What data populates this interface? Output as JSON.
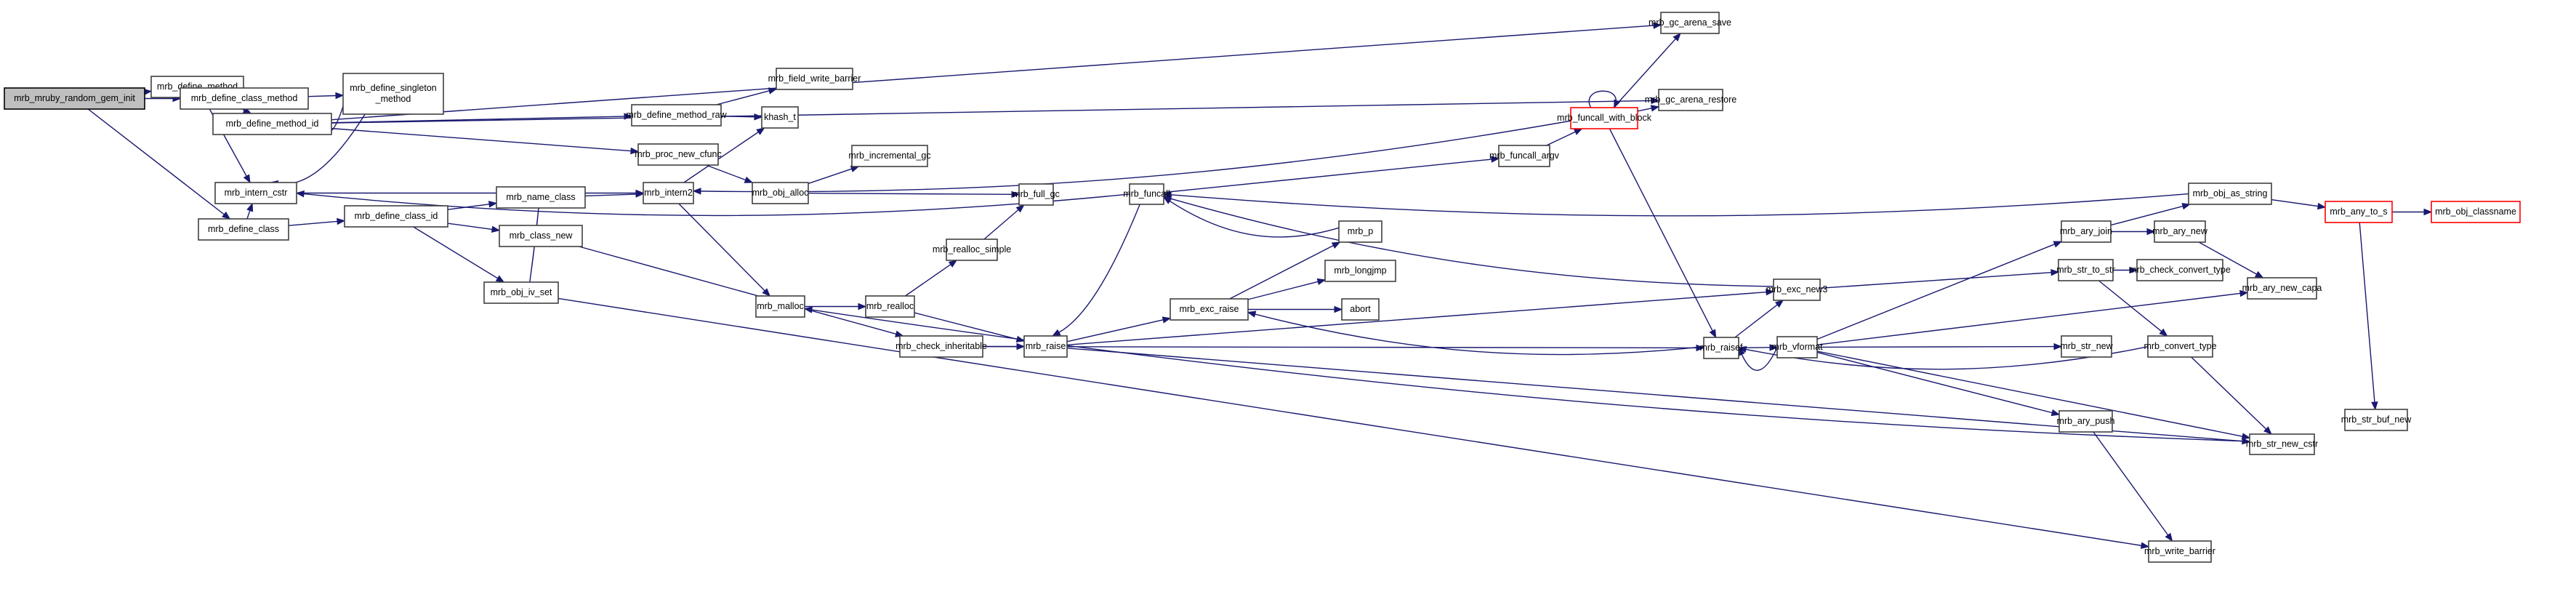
{
  "graph": {
    "type": "call-graph",
    "root": "mrb_mruby_random_gem_init",
    "edge_color": "#191970",
    "root_fill": "#bfbfbf",
    "truncated_border_color": "#ff0000",
    "nodes": [
      {
        "id": "gem_init",
        "label": "mrb_mruby_random_gem_init",
        "kind": "root"
      },
      {
        "id": "define_method",
        "label": "mrb_define_method"
      },
      {
        "id": "define_class_method",
        "label": "mrb_define_class_method"
      },
      {
        "id": "define_class",
        "label": "mrb_define_class"
      },
      {
        "id": "define_singleton_method",
        "label": "mrb_define_singleton\n_method"
      },
      {
        "id": "define_method_id",
        "label": "mrb_define_method_id"
      },
      {
        "id": "intern_cstr",
        "label": "mrb_intern_cstr"
      },
      {
        "id": "define_class_id",
        "label": "mrb_define_class_id"
      },
      {
        "id": "name_class",
        "label": "mrb_name_class"
      },
      {
        "id": "class_new",
        "label": "mrb_class_new"
      },
      {
        "id": "obj_iv_set",
        "label": "mrb_obj_iv_set"
      },
      {
        "id": "define_method_raw",
        "label": "mrb_define_method_raw"
      },
      {
        "id": "proc_new_cfunc",
        "label": "mrb_proc_new_cfunc"
      },
      {
        "id": "intern2",
        "label": "mrb_intern2"
      },
      {
        "id": "field_write_barrier",
        "label": "mrb_field_write_barrier"
      },
      {
        "id": "khash_t",
        "label": "khash_t"
      },
      {
        "id": "obj_alloc",
        "label": "mrb_obj_alloc"
      },
      {
        "id": "incremental_gc",
        "label": "mrb_incremental_gc"
      },
      {
        "id": "malloc",
        "label": "mrb_malloc"
      },
      {
        "id": "realloc",
        "label": "mrb_realloc"
      },
      {
        "id": "realloc_simple",
        "label": "mrb_realloc_simple"
      },
      {
        "id": "full_gc",
        "label": "mrb_full_gc"
      },
      {
        "id": "check_inheritable",
        "label": "mrb_check_inheritable"
      },
      {
        "id": "raise",
        "label": "mrb_raise"
      },
      {
        "id": "exc_raise",
        "label": "mrb_exc_raise"
      },
      {
        "id": "mrb_p",
        "label": "mrb_p"
      },
      {
        "id": "longjmp",
        "label": "mrb_longjmp"
      },
      {
        "id": "abort",
        "label": "abort"
      },
      {
        "id": "funcall",
        "label": "mrb_funcall"
      },
      {
        "id": "funcall_argv",
        "label": "mrb_funcall_argv"
      },
      {
        "id": "funcall_with_block",
        "label": "mrb_funcall_with_block",
        "kind": "truncated"
      },
      {
        "id": "gc_arena_save",
        "label": "mrb_gc_arena_save"
      },
      {
        "id": "gc_arena_restore",
        "label": "mrb_gc_arena_restore"
      },
      {
        "id": "raisef",
        "label": "mrb_raisef"
      },
      {
        "id": "exc_new3",
        "label": "mrb_exc_new3"
      },
      {
        "id": "vformat",
        "label": "mrb_vformat"
      },
      {
        "id": "ary_join",
        "label": "mrb_ary_join"
      },
      {
        "id": "str_to_str",
        "label": "mrb_str_to_str"
      },
      {
        "id": "str_new",
        "label": "mrb_str_new"
      },
      {
        "id": "ary_push",
        "label": "mrb_ary_push"
      },
      {
        "id": "obj_as_string",
        "label": "mrb_obj_as_string"
      },
      {
        "id": "ary_new",
        "label": "mrb_ary_new"
      },
      {
        "id": "check_convert_type",
        "label": "mrb_check_convert_type"
      },
      {
        "id": "ary_new_capa",
        "label": "mrb_ary_new_capa"
      },
      {
        "id": "convert_type",
        "label": "mrb_convert_type"
      },
      {
        "id": "str_new_cstr",
        "label": "mrb_str_new_cstr"
      },
      {
        "id": "write_barrier",
        "label": "mrb_write_barrier"
      },
      {
        "id": "any_to_s",
        "label": "mrb_any_to_s",
        "kind": "truncated"
      },
      {
        "id": "obj_classname",
        "label": "mrb_obj_classname",
        "kind": "truncated"
      },
      {
        "id": "str_buf_new",
        "label": "mrb_str_buf_new"
      }
    ],
    "edges": [
      [
        "gem_init",
        "define_method"
      ],
      [
        "gem_init",
        "define_class_method"
      ],
      [
        "gem_init",
        "define_class"
      ],
      [
        "define_class_method",
        "define_singleton_method"
      ],
      [
        "define_method",
        "define_method_id"
      ],
      [
        "define_method",
        "intern_cstr"
      ],
      [
        "define_singleton_method",
        "define_method_id"
      ],
      [
        "define_singleton_method",
        "intern_cstr"
      ],
      [
        "define_class",
        "intern_cstr"
      ],
      [
        "define_class",
        "define_class_id"
      ],
      [
        "define_class_id",
        "name_class"
      ],
      [
        "define_class_id",
        "class_new"
      ],
      [
        "define_class_id",
        "obj_iv_set"
      ],
      [
        "name_class",
        "intern2"
      ],
      [
        "name_class",
        "obj_iv_set"
      ],
      [
        "class_new",
        "check_inheritable"
      ],
      [
        "define_method_id",
        "define_method_raw"
      ],
      [
        "define_method_id",
        "proc_new_cfunc"
      ],
      [
        "define_method_id",
        "gc_arena_save"
      ],
      [
        "define_method_id",
        "gc_arena_restore"
      ],
      [
        "intern_cstr",
        "intern2"
      ],
      [
        "define_method_raw",
        "field_write_barrier"
      ],
      [
        "define_method_raw",
        "khash_t"
      ],
      [
        "proc_new_cfunc",
        "obj_alloc"
      ],
      [
        "intern2",
        "khash_t"
      ],
      [
        "intern2",
        "malloc"
      ],
      [
        "obj_alloc",
        "incremental_gc"
      ],
      [
        "obj_alloc",
        "full_gc"
      ],
      [
        "malloc",
        "realloc"
      ],
      [
        "realloc",
        "realloc_simple"
      ],
      [
        "realloc",
        "raise"
      ],
      [
        "realloc_simple",
        "full_gc"
      ],
      [
        "check_inheritable",
        "raise"
      ],
      [
        "check_inheritable",
        "raisef"
      ],
      [
        "raise",
        "exc_raise"
      ],
      [
        "raise",
        "exc_new3"
      ],
      [
        "raise",
        "str_new_cstr"
      ],
      [
        "exc_raise",
        "mrb_p"
      ],
      [
        "exc_raise",
        "longjmp"
      ],
      [
        "exc_raise",
        "abort"
      ],
      [
        "mrb_p",
        "funcall"
      ],
      [
        "funcall",
        "funcall_argv"
      ],
      [
        "funcall",
        "intern_cstr"
      ],
      [
        "funcall",
        "raise"
      ],
      [
        "funcall_argv",
        "funcall_with_block"
      ],
      [
        "funcall_with_block",
        "funcall_with_block"
      ],
      [
        "funcall_with_block",
        "gc_arena_save"
      ],
      [
        "funcall_with_block",
        "gc_arena_restore"
      ],
      [
        "funcall_with_block",
        "intern2"
      ],
      [
        "funcall_with_block",
        "raisef"
      ],
      [
        "raisef",
        "exc_new3"
      ],
      [
        "raisef",
        "vformat"
      ],
      [
        "raisef",
        "exc_raise"
      ],
      [
        "exc_new3",
        "funcall"
      ],
      [
        "exc_new3",
        "str_to_str"
      ],
      [
        "vformat",
        "ary_join"
      ],
      [
        "vformat",
        "str_new"
      ],
      [
        "vformat",
        "ary_push"
      ],
      [
        "vformat",
        "ary_new_capa"
      ],
      [
        "vformat",
        "str_new_cstr"
      ],
      [
        "vformat",
        "raisef"
      ],
      [
        "ary_join",
        "obj_as_string"
      ],
      [
        "ary_join",
        "ary_new"
      ],
      [
        "str_to_str",
        "check_convert_type"
      ],
      [
        "str_to_str",
        "convert_type"
      ],
      [
        "ary_new",
        "ary_new_capa"
      ],
      [
        "convert_type",
        "str_new_cstr"
      ],
      [
        "convert_type",
        "raisef"
      ],
      [
        "obj_as_string",
        "funcall"
      ],
      [
        "obj_as_string",
        "any_to_s"
      ],
      [
        "any_to_s",
        "obj_classname"
      ],
      [
        "any_to_s",
        "str_buf_new"
      ],
      [
        "str_new_cstr",
        "malloc"
      ],
      [
        "ary_push",
        "write_barrier"
      ],
      [
        "obj_iv_set",
        "write_barrier"
      ]
    ]
  }
}
